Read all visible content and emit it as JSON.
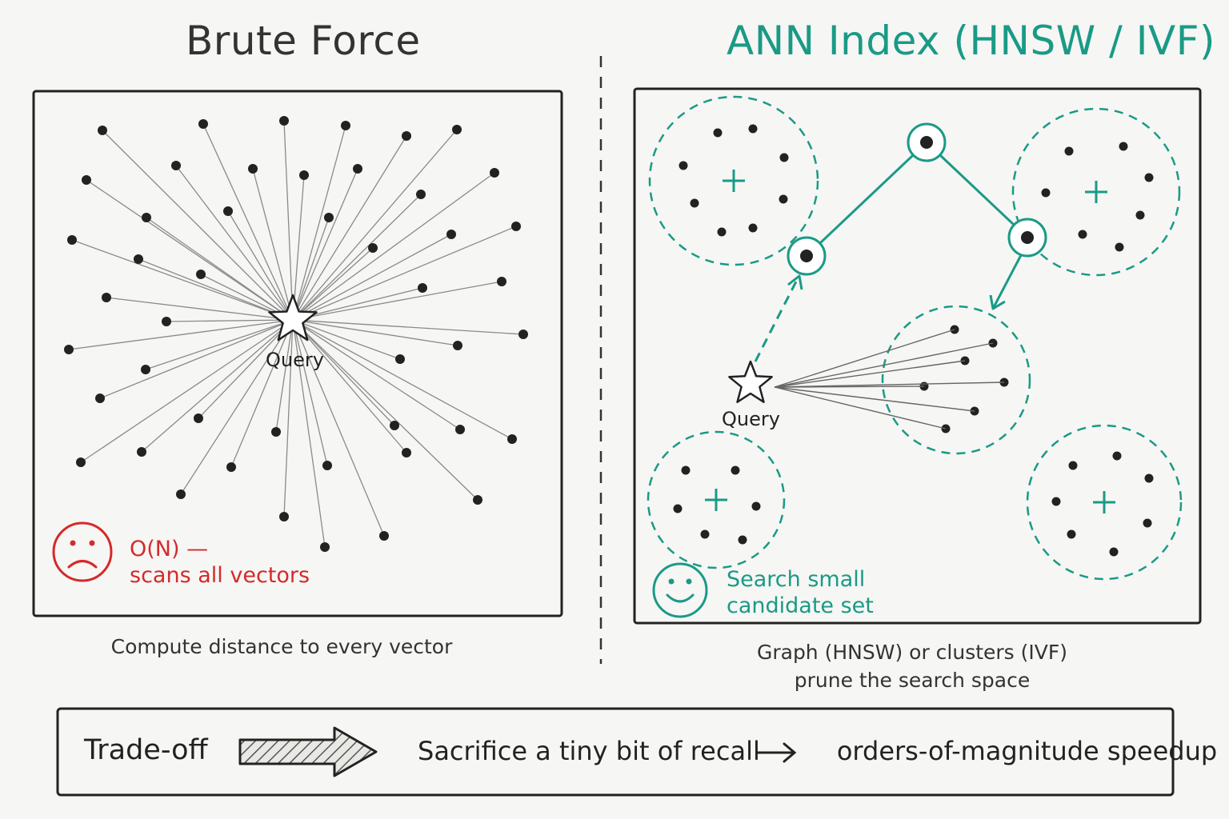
{
  "colors": {
    "ink": "#222222",
    "accent": "#1a9a86",
    "warning": "#d42a2a",
    "ray": "#8a8a8a"
  },
  "brute_force": {
    "title": "Brute Force",
    "query_label": "Query",
    "complexity": "O(N) —",
    "complexity_detail": "scans all vectors",
    "caption": "Compute distance to every vector",
    "status_icon": "sad-face-icon"
  },
  "ann_index": {
    "title": "ANN Index (HNSW / IVF)",
    "query_label": "Query",
    "benefit_line1": "Search small",
    "benefit_line2": "candidate set",
    "caption_line1": "Graph (HNSW) or clusters (IVF)",
    "caption_line2": "prune the search space",
    "status_icon": "happy-face-icon"
  },
  "tradeoff": {
    "label": "Trade-off",
    "sacrifice": "Sacrifice a tiny bit of recall",
    "gain": "orders-of-magnitude speedup",
    "arrow_icon": "hatched-arrow-icon"
  }
}
